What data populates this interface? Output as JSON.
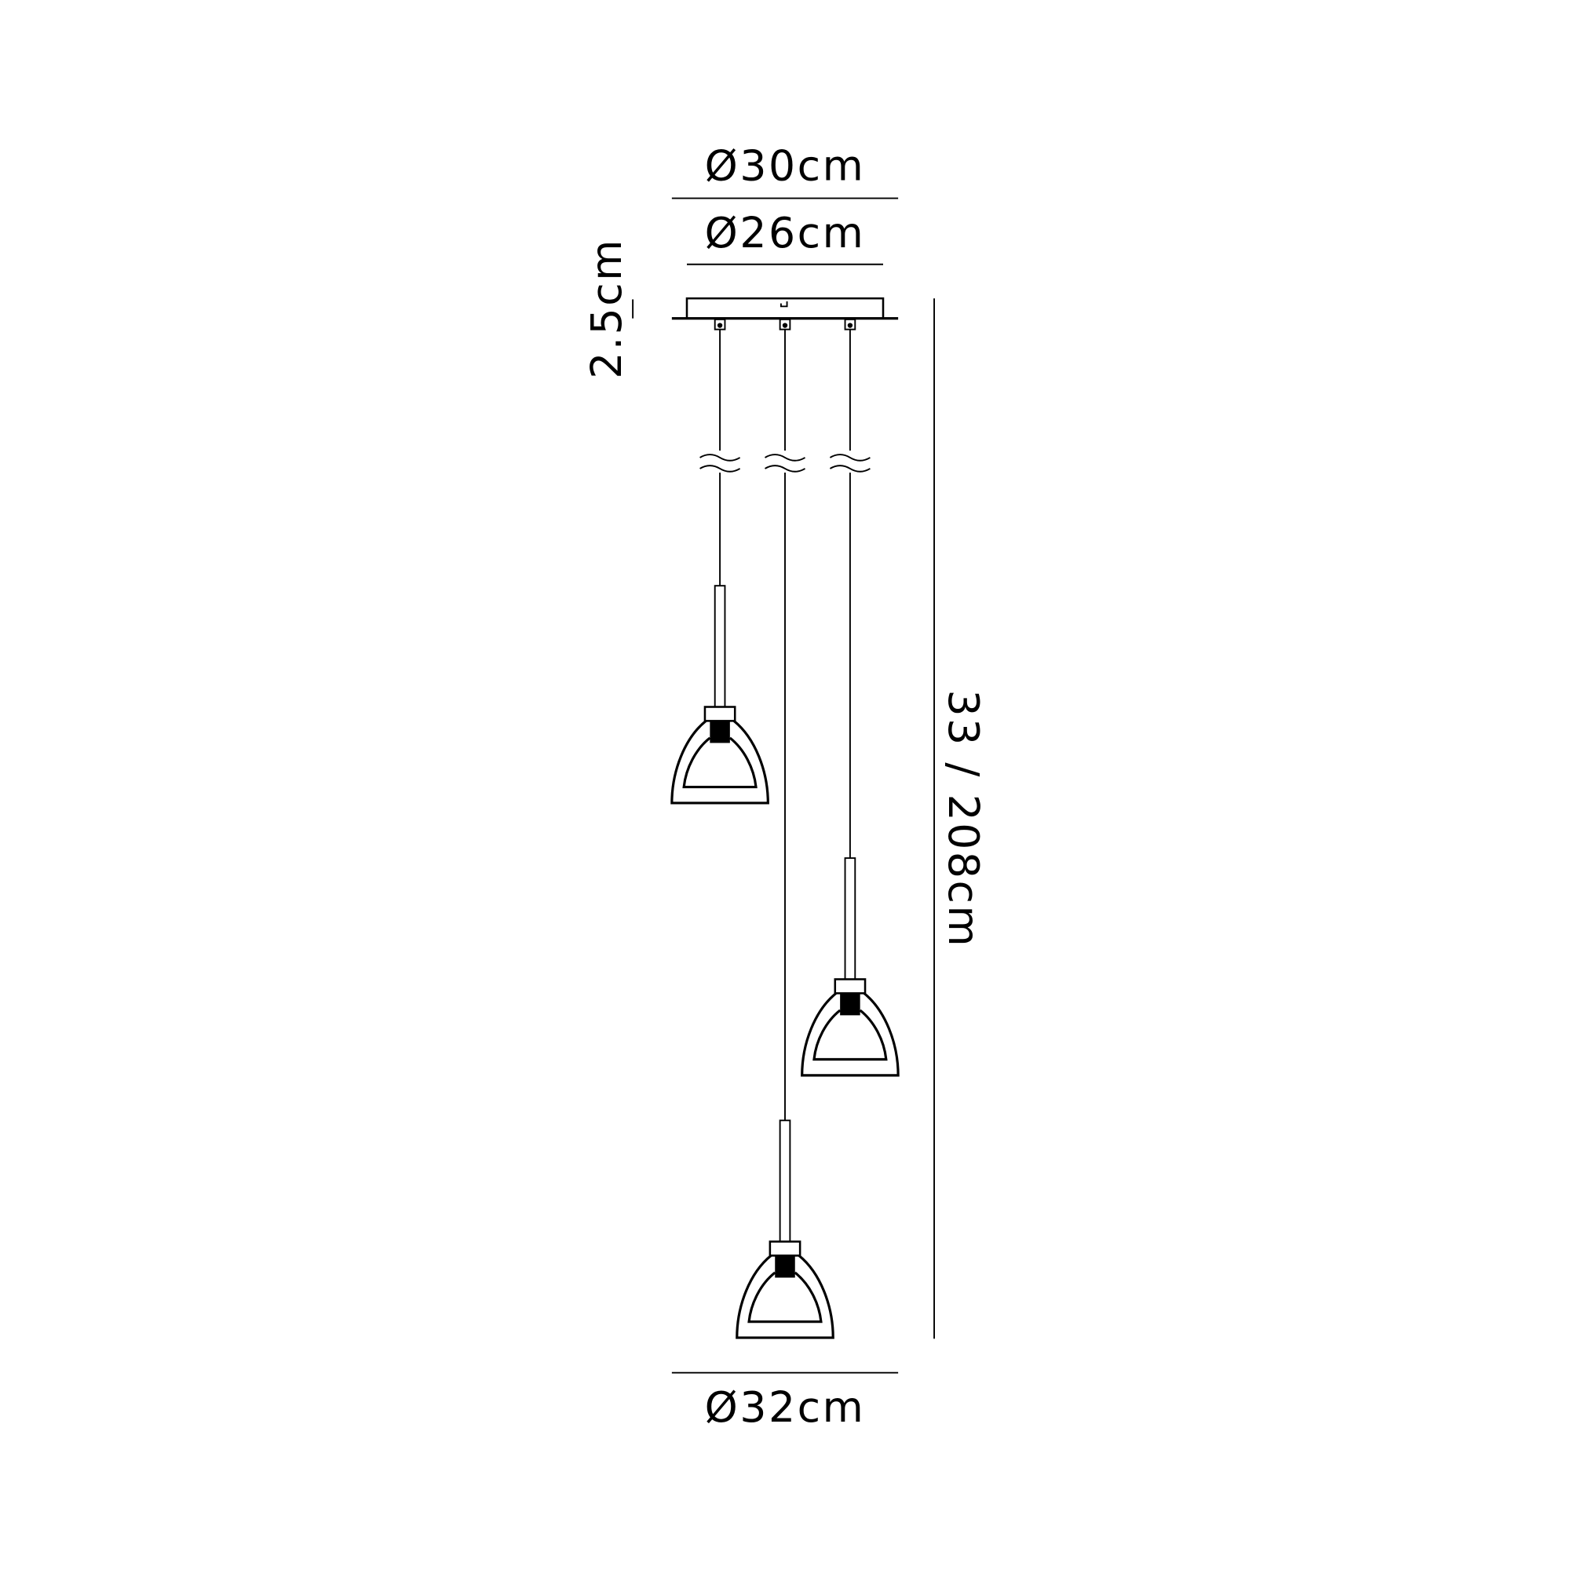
{
  "dimensions": {
    "canopy_outer": "Ø30cm",
    "canopy_inner": "Ø26cm",
    "canopy_height": "2.5cm",
    "drop_height": "33 / 208cm",
    "overall_width": "Ø32cm"
  },
  "colors": {
    "line": "#000000",
    "background": "#ffffff"
  }
}
